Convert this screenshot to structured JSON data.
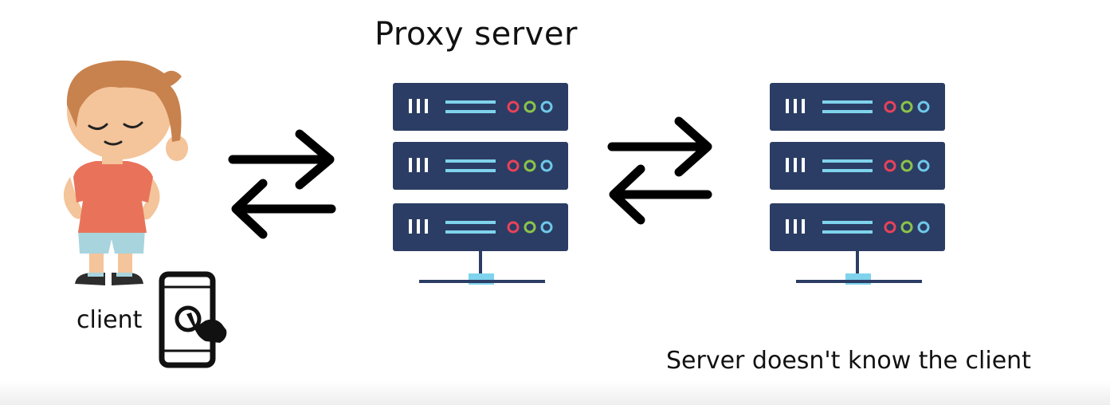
{
  "proxy": {
    "title": "Proxy server"
  },
  "client": {
    "label": "client"
  },
  "note": {
    "text": "Server doesn't know the client"
  },
  "colors": {
    "rack": "#2b3d64",
    "rack_line": "#7fd3ec",
    "led_red": "#e8425a",
    "led_green": "#8bc34a",
    "led_blue": "#6fc8e8",
    "stand": "#2b3d64",
    "stand_block": "#7fd3ec",
    "arrow": "#000000",
    "skin": "#f4c49a",
    "hair": "#c8824e",
    "shirt": "#e8735a",
    "shorts": "#a8d4de",
    "shoe": "#2d2d2d",
    "phone": "#111111"
  },
  "icons": {
    "client_person": "child-figure-icon",
    "client_device": "smartphone-tap-icon",
    "proxy_device": "server-rack-icon",
    "target_device": "server-rack-icon",
    "arrows": "exchange-arrows-icon"
  }
}
